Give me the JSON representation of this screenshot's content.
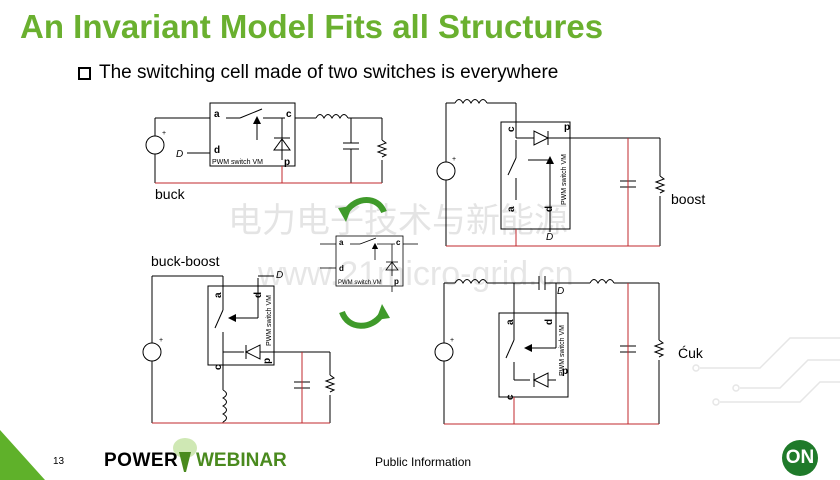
{
  "slide": {
    "title": "An Invariant Model Fits all Structures",
    "bullet": "The switching cell made of two switches is everywhere",
    "page_number": "13",
    "footer_public": "Public Information"
  },
  "brand": {
    "power": "POWER",
    "webinar": "WEBINAR",
    "on": "ON"
  },
  "circuits": {
    "buck_label": "buck",
    "boost_label": "boost",
    "buckboost_label": "buck-boost",
    "cuk_label": "Ćuk",
    "pwm_label": "PWM switch VM",
    "terminal_a": "a",
    "terminal_c": "c",
    "terminal_d": "d",
    "terminal_p": "p",
    "duty": "D",
    "plus": "+"
  },
  "watermark": {
    "line1": "电力电子技术与新能源",
    "line2": "www.21micro-grid.cn"
  },
  "colors": {
    "title_green": "#6ab02f",
    "return_wire": "#c0282d",
    "arrow_green": "#3f9a2a"
  }
}
